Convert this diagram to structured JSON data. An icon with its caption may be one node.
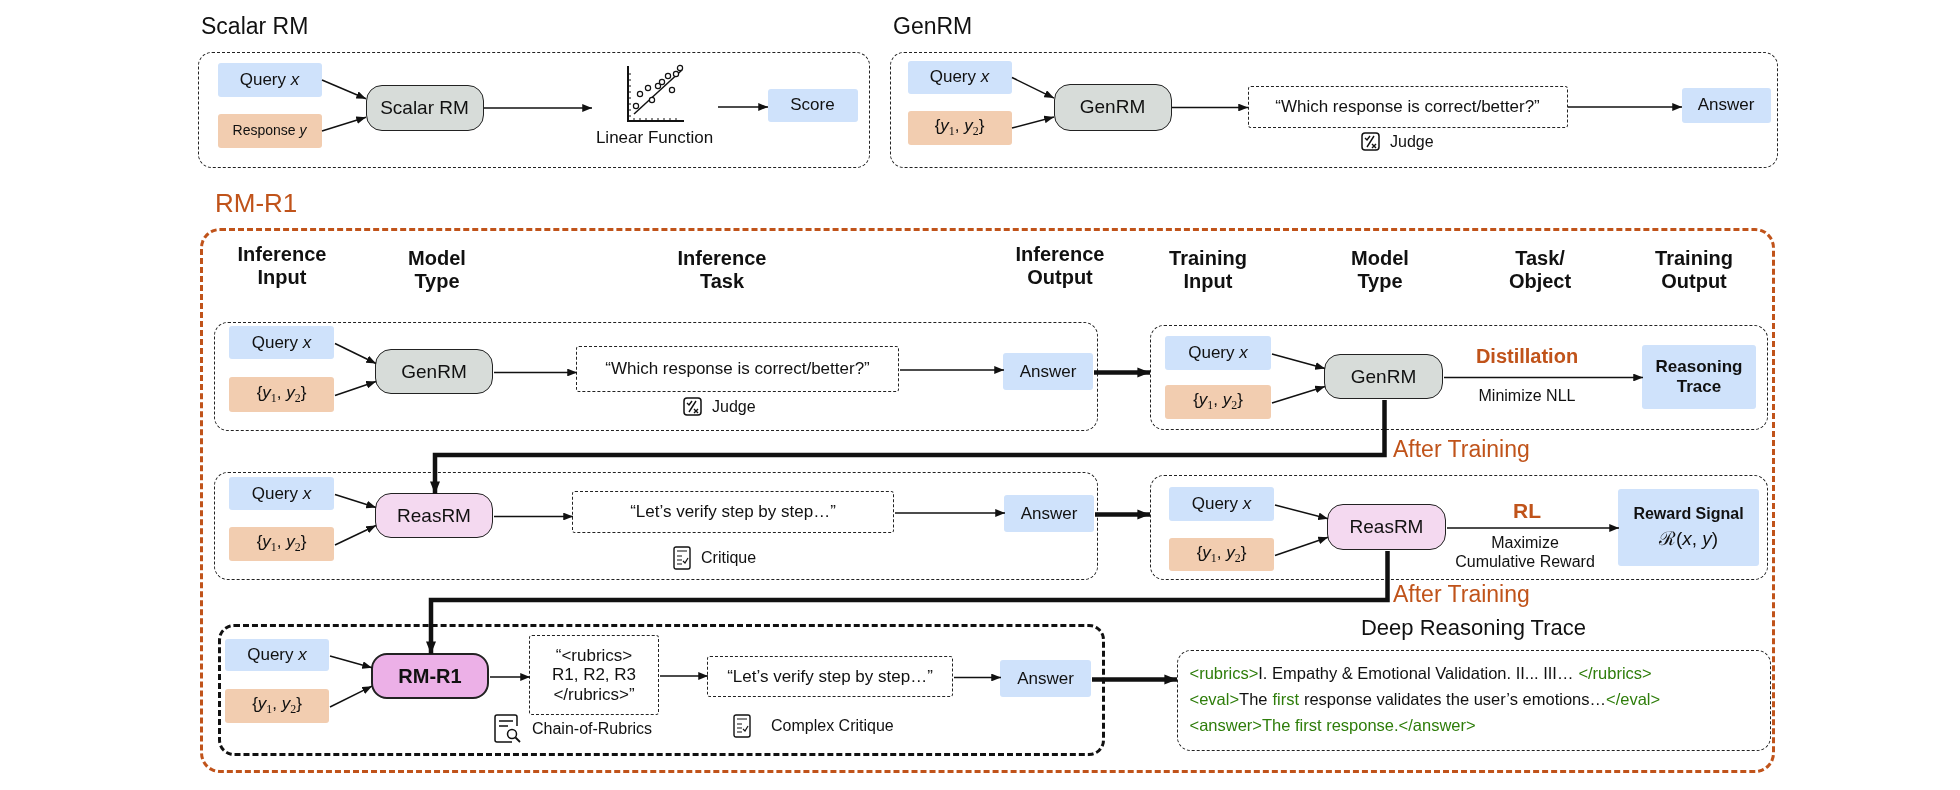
{
  "diagram": {
    "nodes": [
      {
        "text": [
          "Scalar RM"
        ]
      },
      {
        "text": [
          "Query *x*"
        ],
        "in": 0
      },
      {
        "text": [
          "Response *y*"
        ],
        "in": 0
      },
      {
        "text": [
          "Scalar RM"
        ],
        "in": 0
      },
      {
        "text": [
          "Linear Function"
        ],
        "in": 0
      },
      {
        "text": [
          "Score"
        ],
        "in": 0
      },
      {
        "text": [
          "GenRM"
        ]
      },
      {
        "text": [
          "Query *x*"
        ],
        "in": 6
      },
      {
        "text": [
          "{*y*$_{1}$, *y*$_{2}$}"
        ],
        "in": 6
      },
      {
        "text": [
          "GenRM"
        ],
        "in": 6
      },
      {
        "text": [
          "“Which response is correct/better?”"
        ],
        "beside": [
          "Judge"
        ],
        "in": 6
      },
      {
        "text": [
          "Answer"
        ],
        "in": 6
      },
      {
        "text": [
          "RM-R1"
        ]
      },
      {
        "text": [],
        "shape": "box",
        "in": 12
      },
      {
        "text": [
          "Query *x*"
        ],
        "in": 13
      },
      {
        "text": [
          "{*y*$_{1}$, *y*$_{2}$}"
        ],
        "in": 13
      },
      {
        "text": [
          "GenRM"
        ],
        "in": 13
      },
      {
        "text": [
          "“Which response is correct/better?”"
        ],
        "beside": [
          "Judge"
        ],
        "in": 13
      },
      {
        "text": [
          "Answer"
        ],
        "in": 13
      },
      {
        "text": [],
        "shape": "box",
        "in": 12
      },
      {
        "text": [
          "Query *x*"
        ],
        "in": 19
      },
      {
        "text": [
          "{*y*$_{1}$, *y*$_{2}$}"
        ],
        "in": 19
      },
      {
        "text": [
          "GenRM"
        ],
        "in": 19
      },
      {
        "text": [
          "Reasoning Trace"
        ],
        "in": 19
      },
      {
        "text": [],
        "shape": "box",
        "in": 12
      },
      {
        "text": [
          "Query *x*"
        ],
        "in": 24
      },
      {
        "text": [
          "{*y*$_{1}$, *y*$_{2}$}"
        ],
        "in": 24
      },
      {
        "text": [
          "ReasRM"
        ],
        "in": 24
      },
      {
        "text": [
          "“Let’s verify step by step…”"
        ],
        "beside": [
          "Critique"
        ],
        "in": 24
      },
      {
        "text": [
          "Answer"
        ],
        "in": 24
      },
      {
        "text": [],
        "shape": "box",
        "in": 12
      },
      {
        "text": [
          "Query *x*"
        ],
        "in": 30
      },
      {
        "text": [
          "{*y*$_{1}$, *y*$_{2}$}"
        ],
        "in": 30
      },
      {
        "text": [
          "ReasRM"
        ],
        "in": 30
      },
      {
        "text": [
          "Reward Signal",
          "ℛ(*x*, *y*)"
        ],
        "in": 30
      },
      {
        "text": [],
        "shape": "box",
        "in": 12
      },
      {
        "text": [
          "Query *x*"
        ],
        "in": 35
      },
      {
        "text": [
          "{*y*$_{1}$, *y*$_{2}$}"
        ],
        "in": 35
      },
      {
        "text": [
          "RM-R1"
        ],
        "in": 35
      },
      {
        "text": [
          "“<rubrics> R1, R2, R3 </rubrics>”"
        ],
        "beside": [
          "Chain-of-Rubrics"
        ],
        "in": 35
      },
      {
        "text": [
          "“Let’s verify step by step…”"
        ],
        "beside": [
          "Complex Critique"
        ],
        "in": 35
      },
      {
        "text": [
          "Answer"
        ],
        "in": 35
      },
      {
        "text": [
          "Deep Reasoning Trace",
          "<rubrics>",
          "I. Empathy & Emotional Validation. II... III…",
          "</rubrics>",
          "<eval>",
          "The",
          "first",
          "response validates the user’s emotions…",
          "</eval>",
          "<answer>The first response.</answer>"
        ],
        "in": 12
      }
    ],
    "edges": [
      {
        "from": 1,
        "to": 3,
        "arrow": "to"
      },
      {
        "from": 2,
        "to": 3,
        "arrow": "to"
      },
      {
        "from": 3,
        "to": 4,
        "arrow": "to"
      },
      {
        "from": 4,
        "to": 5,
        "arrow": "to"
      },
      {
        "from": 7,
        "to": 9,
        "arrow": "to"
      },
      {
        "from": 8,
        "to": 9,
        "arrow": "to"
      },
      {
        "from": 9,
        "to": 10,
        "arrow": "to"
      },
      {
        "from": 10,
        "to": 11,
        "arrow": "to"
      },
      {
        "from": 14,
        "to": 16,
        "arrow": "to"
      },
      {
        "from": 15,
        "to": 16,
        "arrow": "to"
      },
      {
        "from": 16,
        "to": 17,
        "arrow": "to"
      },
      {
        "from": 17,
        "to": 18,
        "arrow": "to"
      },
      {
        "from": 18,
        "to": 19,
        "arrow": "to",
        "style": "thick"
      },
      {
        "from": 20,
        "to": 22,
        "arrow": "to"
      },
      {
        "from": 21,
        "to": 22,
        "arrow": "to"
      },
      {
        "from": 22,
        "to": 23,
        "arrow": "to",
        "label": "Distillation"
      },
      {
        "from": 22,
        "to": 27,
        "arrow": "to",
        "label": "After Training",
        "style": "thick"
      },
      {
        "from": 25,
        "to": 27,
        "arrow": "to"
      },
      {
        "from": 26,
        "to": 27,
        "arrow": "to"
      },
      {
        "from": 27,
        "to": 28,
        "arrow": "to"
      },
      {
        "from": 28,
        "to": 29,
        "arrow": "to"
      },
      {
        "from": 29,
        "to": 30,
        "arrow": "to",
        "style": "thick"
      },
      {
        "from": 31,
        "to": 33,
        "arrow": "to"
      },
      {
        "from": 32,
        "to": 33,
        "arrow": "to"
      },
      {
        "from": 33,
        "to": 34,
        "arrow": "to",
        "label": "RL"
      },
      {
        "from": 33,
        "to": 38,
        "arrow": "to",
        "label": "After Training",
        "style": "thick"
      },
      {
        "from": 36,
        "to": 38,
        "arrow": "to"
      },
      {
        "from": 37,
        "to": 38,
        "arrow": "to"
      },
      {
        "from": 38,
        "to": 39,
        "arrow": "to"
      },
      {
        "from": 39,
        "to": 40,
        "arrow": "to"
      },
      {
        "from": 40,
        "to": 41,
        "arrow": "to"
      },
      {
        "from": 41,
        "to": 42,
        "arrow": "to",
        "style": "thick"
      }
    ],
    "labels": [
      "Inference Input",
      "Model Type",
      "Inference Task",
      "Inference Output",
      "Training Input",
      "Model Type",
      "Task/ Object",
      "Training Output",
      "Minimize NLL",
      "Maximize Cumulative Reward"
    ]
  }
}
